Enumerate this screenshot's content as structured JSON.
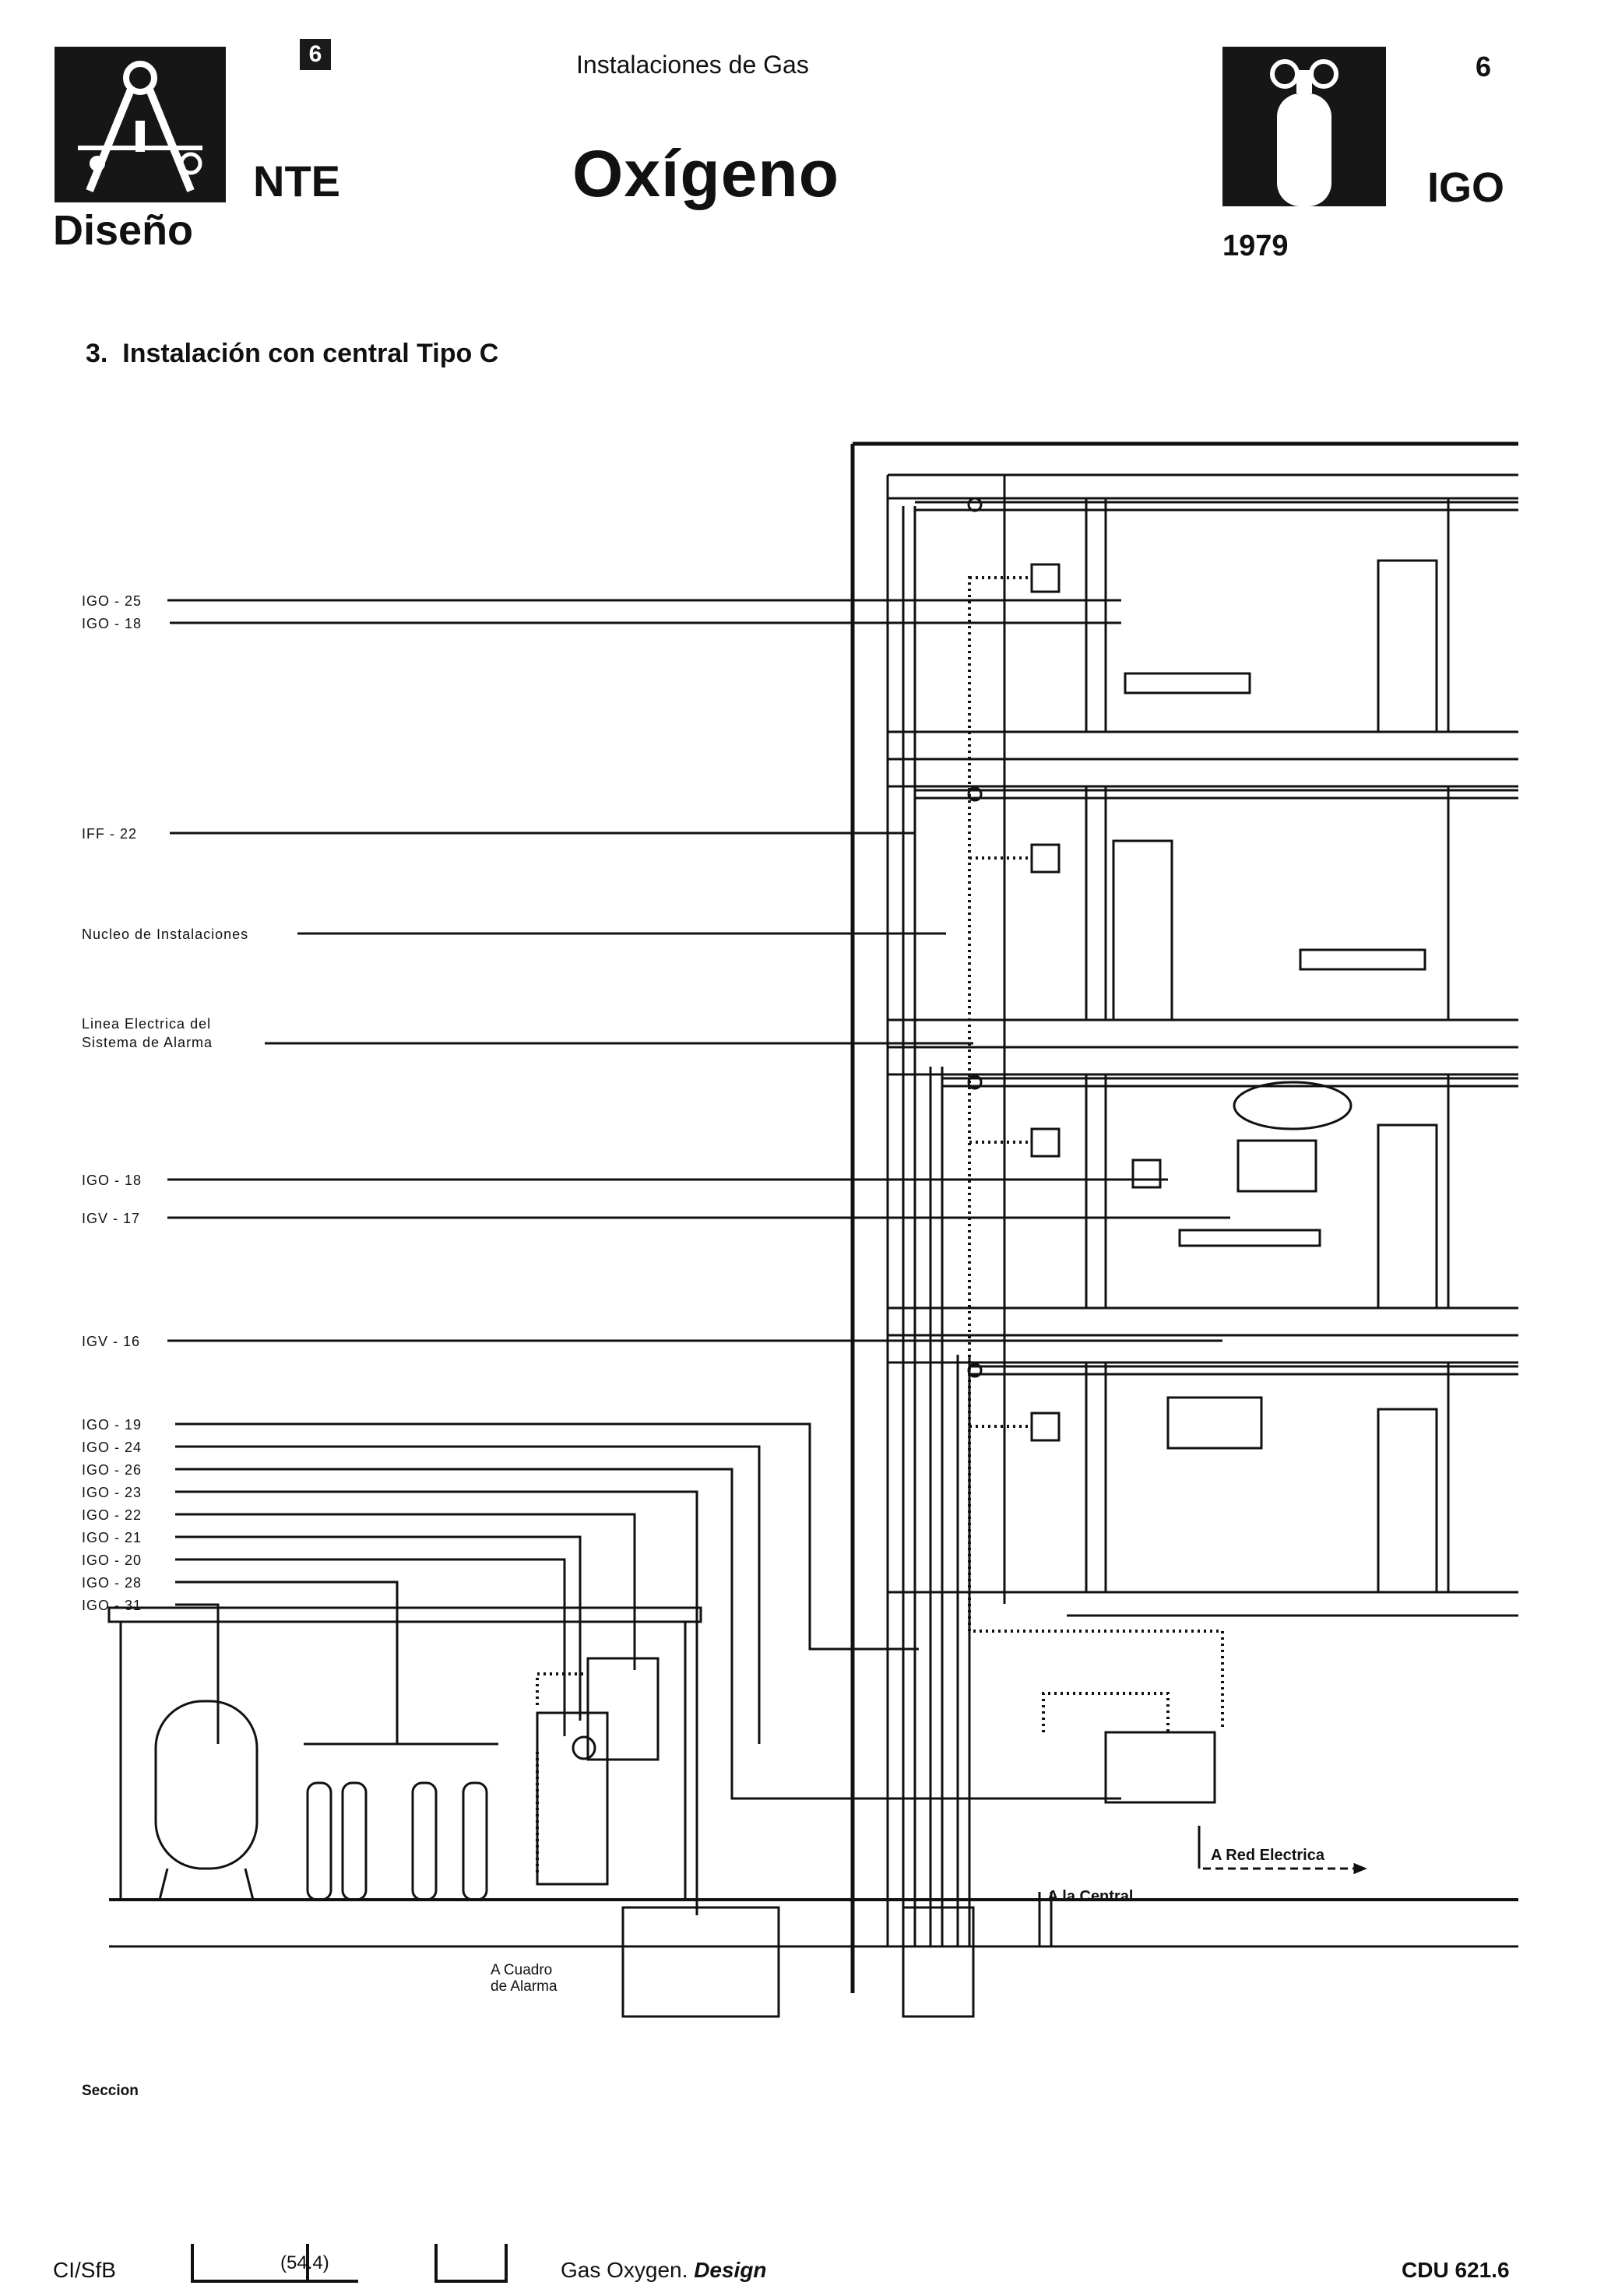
{
  "header": {
    "badge_left": "6",
    "nte": "NTE",
    "diseno": "Diseño",
    "subject": "Instalaciones de Gas",
    "title": "Oxígeno",
    "badge_right": "6",
    "code": "IGO",
    "year": "1979"
  },
  "section_heading": "3.  Instalación con central Tipo C",
  "labels": [
    "IGO - 25",
    "IGO - 18",
    "IFF - 22",
    "Nucleo de Instalaciones",
    "Linea Electrica del",
    "Sistema de Alarma",
    "IGO - 18",
    "IGV - 17",
    "IGV - 16",
    "IGO - 19",
    "IGO - 24",
    "IGO - 26",
    "IGO - 23",
    "IGO - 22",
    "IGO - 21",
    "IGO - 20",
    "IGO - 28",
    "IGO - 31"
  ],
  "drawing_notes": {
    "red_electrica": "A Red Electrica",
    "central": "A la Central",
    "cuadro_1": "A Cuadro",
    "cuadro_2": "de Alarma"
  },
  "caption": "Seccion",
  "footer": {
    "cisfb": "CI/SfB",
    "class_code": "(54.4)",
    "english": "Gas Oxygen.",
    "english_italic": "Design",
    "cdu": "CDU 621.6"
  },
  "icons": [
    "compass-logo-icon",
    "oxygen-cylinder-icon"
  ]
}
